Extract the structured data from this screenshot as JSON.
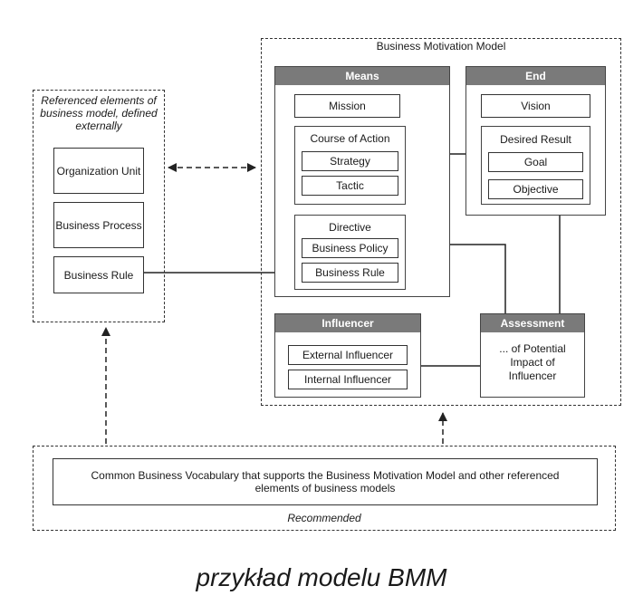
{
  "bmm": {
    "title": "Business Motivation Model",
    "means": {
      "header": "Means",
      "mission": "Mission",
      "course_of_action": {
        "title": "Course of Action",
        "items": [
          "Strategy",
          "Tactic"
        ]
      },
      "directive": {
        "title": "Directive",
        "items": [
          "Business Policy",
          "Business Rule"
        ]
      }
    },
    "end": {
      "header": "End",
      "vision": "Vision",
      "desired_result": {
        "title": "Desired Result",
        "items": [
          "Goal",
          "Objective"
        ]
      }
    },
    "influencer": {
      "header": "Influencer",
      "items": [
        "External Influencer",
        "Internal Influencer"
      ]
    },
    "assessment": {
      "header": "Assessment",
      "text": "... of Potential Impact of Influencer"
    }
  },
  "referenced": {
    "title": "Referenced elements of business model, defined externally",
    "items": [
      "Organization Unit",
      "Business Process",
      "Business Rule"
    ]
  },
  "vocabulary": {
    "text": "Common Business Vocabulary that supports the Business Motivation Model and other referenced elements of business models",
    "label": "Recommended"
  },
  "caption": "przykład modelu BMM"
}
